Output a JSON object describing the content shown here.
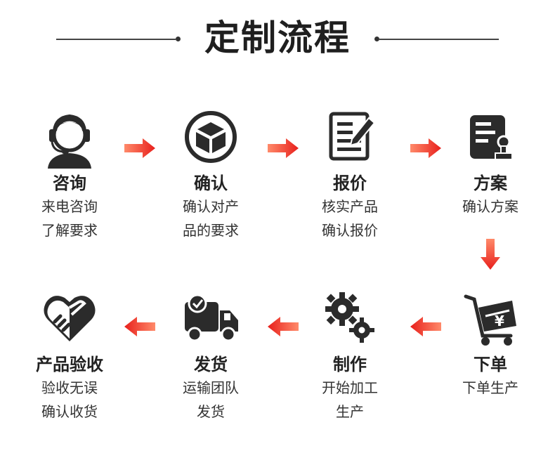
{
  "header": {
    "title": "定制流程"
  },
  "steps": [
    {
      "name": "咨询",
      "desc1": "来电咨询",
      "desc2": "了解要求",
      "icon": "headset-user-icon"
    },
    {
      "name": "确认",
      "desc1": "确认对产",
      "desc2": "品的要求",
      "icon": "box-icon"
    },
    {
      "name": "报价",
      "desc1": "核实产品",
      "desc2": "确认报价",
      "icon": "document-pen-icon"
    },
    {
      "name": "方案",
      "desc1": "确认方案",
      "desc2": "",
      "icon": "document-stamp-icon"
    },
    {
      "name": "下单",
      "desc1": "下单生产",
      "desc2": "",
      "icon": "cart-yen-icon"
    },
    {
      "name": "制作",
      "desc1": "开始加工",
      "desc2": "生产",
      "icon": "gears-icon"
    },
    {
      "name": "发货",
      "desc1": "运输团队",
      "desc2": "发货",
      "icon": "delivery-truck-icon"
    },
    {
      "name": "产品验收",
      "desc1": "验收无误",
      "desc2": "确认收货",
      "icon": "handshake-heart-icon"
    }
  ],
  "colors": {
    "accent": "#e8201c",
    "accent_light": "#ff6a4a",
    "icon": "#2b2b2b"
  }
}
